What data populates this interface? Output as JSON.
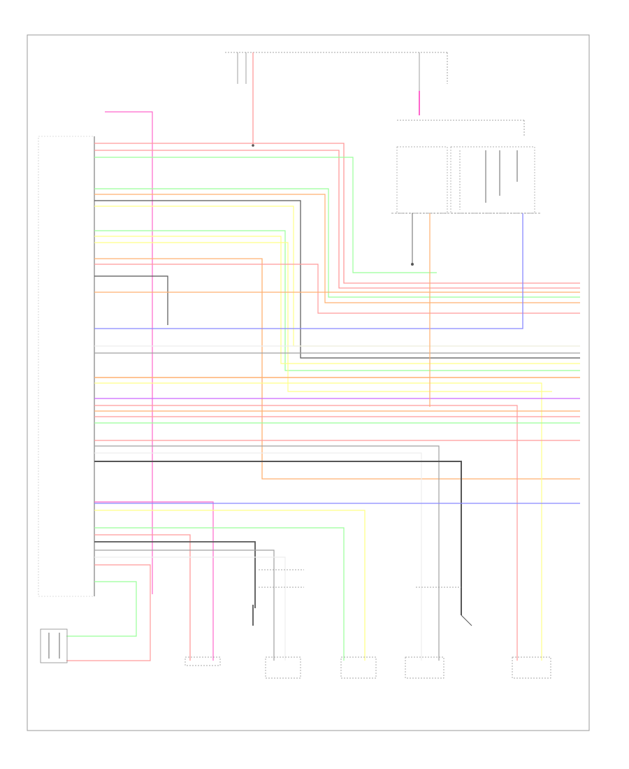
{
  "diagram": {
    "footer_code": "",
    "connector_blocks": [
      {
        "id": "power-source-block",
        "lines": [
          "",
          ""
        ]
      },
      {
        "id": "fuse-block-upper",
        "lines": [
          "",
          "",
          "",
          ""
        ]
      },
      {
        "id": "combination-meter-block",
        "lines": [
          "",
          ""
        ]
      },
      {
        "id": "module-block-left",
        "lines": [
          "",
          "",
          "",
          ""
        ]
      },
      {
        "id": "module-block-left-bottom",
        "lines": [
          "",
          "",
          "",
          ""
        ]
      },
      {
        "id": "seat-belt-switch-block",
        "lines": [
          "",
          "",
          "",
          ""
        ]
      }
    ],
    "bottom_components": [
      {
        "id": "component-1",
        "lines": [
          "",
          "",
          "",
          "",
          "",
          "",
          ""
        ]
      },
      {
        "id": "component-2",
        "lines": [
          "",
          "",
          "",
          "",
          ""
        ]
      },
      {
        "id": "component-3",
        "lines": [
          "",
          "",
          "",
          "",
          "",
          ""
        ]
      },
      {
        "id": "component-4",
        "lines": [
          "",
          "",
          "",
          "",
          ""
        ]
      },
      {
        "id": "component-5",
        "lines": [
          "",
          "",
          "",
          "",
          "",
          ""
        ]
      }
    ],
    "wire_colors": {
      "red": "#ff9a9a",
      "pink": "#ff66cc",
      "green": "#99ff99",
      "yellow": "#ffff88",
      "orange": "#ffb070",
      "blue": "#8888ff",
      "gray": "#a0a0a0",
      "dark": "#555555",
      "purple": "#cc66ff"
    }
  }
}
